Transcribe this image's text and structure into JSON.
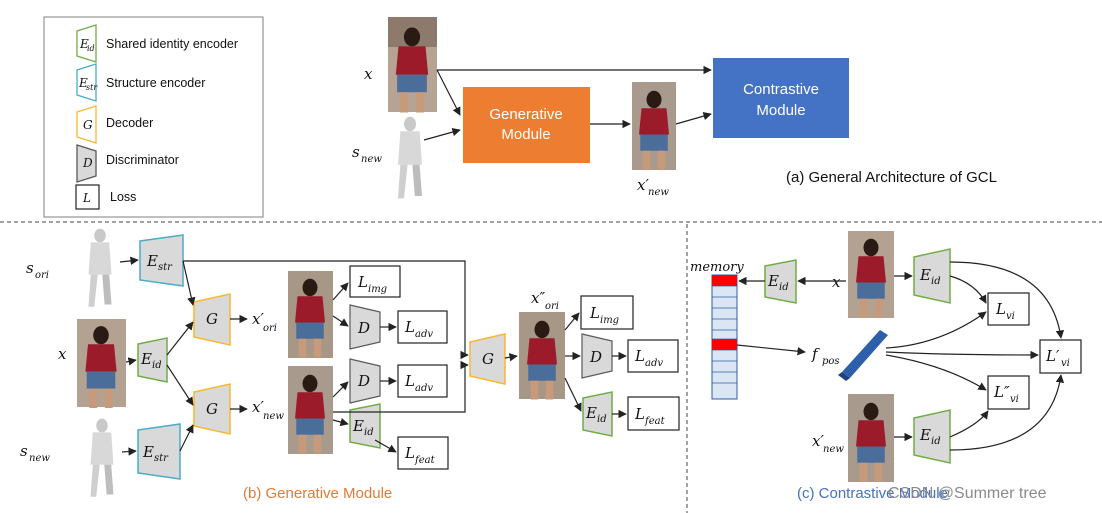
{
  "legend": {
    "items": [
      {
        "symbol": "E",
        "sub": "id",
        "label": "Shared identity encoder"
      },
      {
        "symbol": "E",
        "sub": "str",
        "label": "Structure encoder"
      },
      {
        "symbol": "G",
        "sub": "",
        "label": "Decoder"
      },
      {
        "symbol": "D",
        "sub": "",
        "label": "Discriminator"
      },
      {
        "symbol": "L",
        "sub": "",
        "label": "Loss"
      }
    ]
  },
  "section_a": {
    "x": "x",
    "s_new": "s",
    "s_new_sub": "new",
    "generative_module": [
      "Generative",
      "Module"
    ],
    "contrastive_module": [
      "Contrastive",
      "Module"
    ],
    "x_new": "x′",
    "x_new_sub": "new",
    "caption": "(a) General Architecture of GCL"
  },
  "section_b": {
    "s_ori": "s",
    "s_ori_sub": "ori",
    "x": "x",
    "s_new": "s",
    "s_new_sub": "new",
    "e_str": "E",
    "e_str_sub": "str",
    "e_id": "E",
    "e_id_sub": "id",
    "g": "G",
    "d": "D",
    "x_ori": "x′",
    "x_ori_sub": "ori",
    "x_new": "x′",
    "x_new_sub": "new",
    "x_ori2": "x″",
    "x_ori2_sub": "ori",
    "l": "L",
    "l_img_sub": "img",
    "l_adv_sub": "adv",
    "l_feat_sub": "feat",
    "caption": "(b) Generative Module"
  },
  "section_c": {
    "memory": "memory",
    "x": "x",
    "x_new": "x′",
    "x_new_sub": "new",
    "e": "E",
    "e_sub": "id",
    "f": "f",
    "f_sub": "pos",
    "l_vi": "L",
    "l_vi_sub": "vi",
    "l_vi2": "L″",
    "l_vi2_sub": "vi",
    "l_vi1": "L′",
    "l_vi1_sub": "vi",
    "caption": "(c) Contrastive Module"
  },
  "watermark": "CSDN @Summer tree",
  "colors": {
    "green": "#70ad47",
    "blue": "#4bacc6",
    "orange": "#f7b731",
    "gen_module": "#ed7d31",
    "con_module": "#4472c4",
    "caption_b": "#e07b39",
    "caption_c": "#4472c4",
    "memory_red": "#ff0000",
    "memory_cell": "#dbe6f4",
    "f_pos": "#2e5faa"
  }
}
